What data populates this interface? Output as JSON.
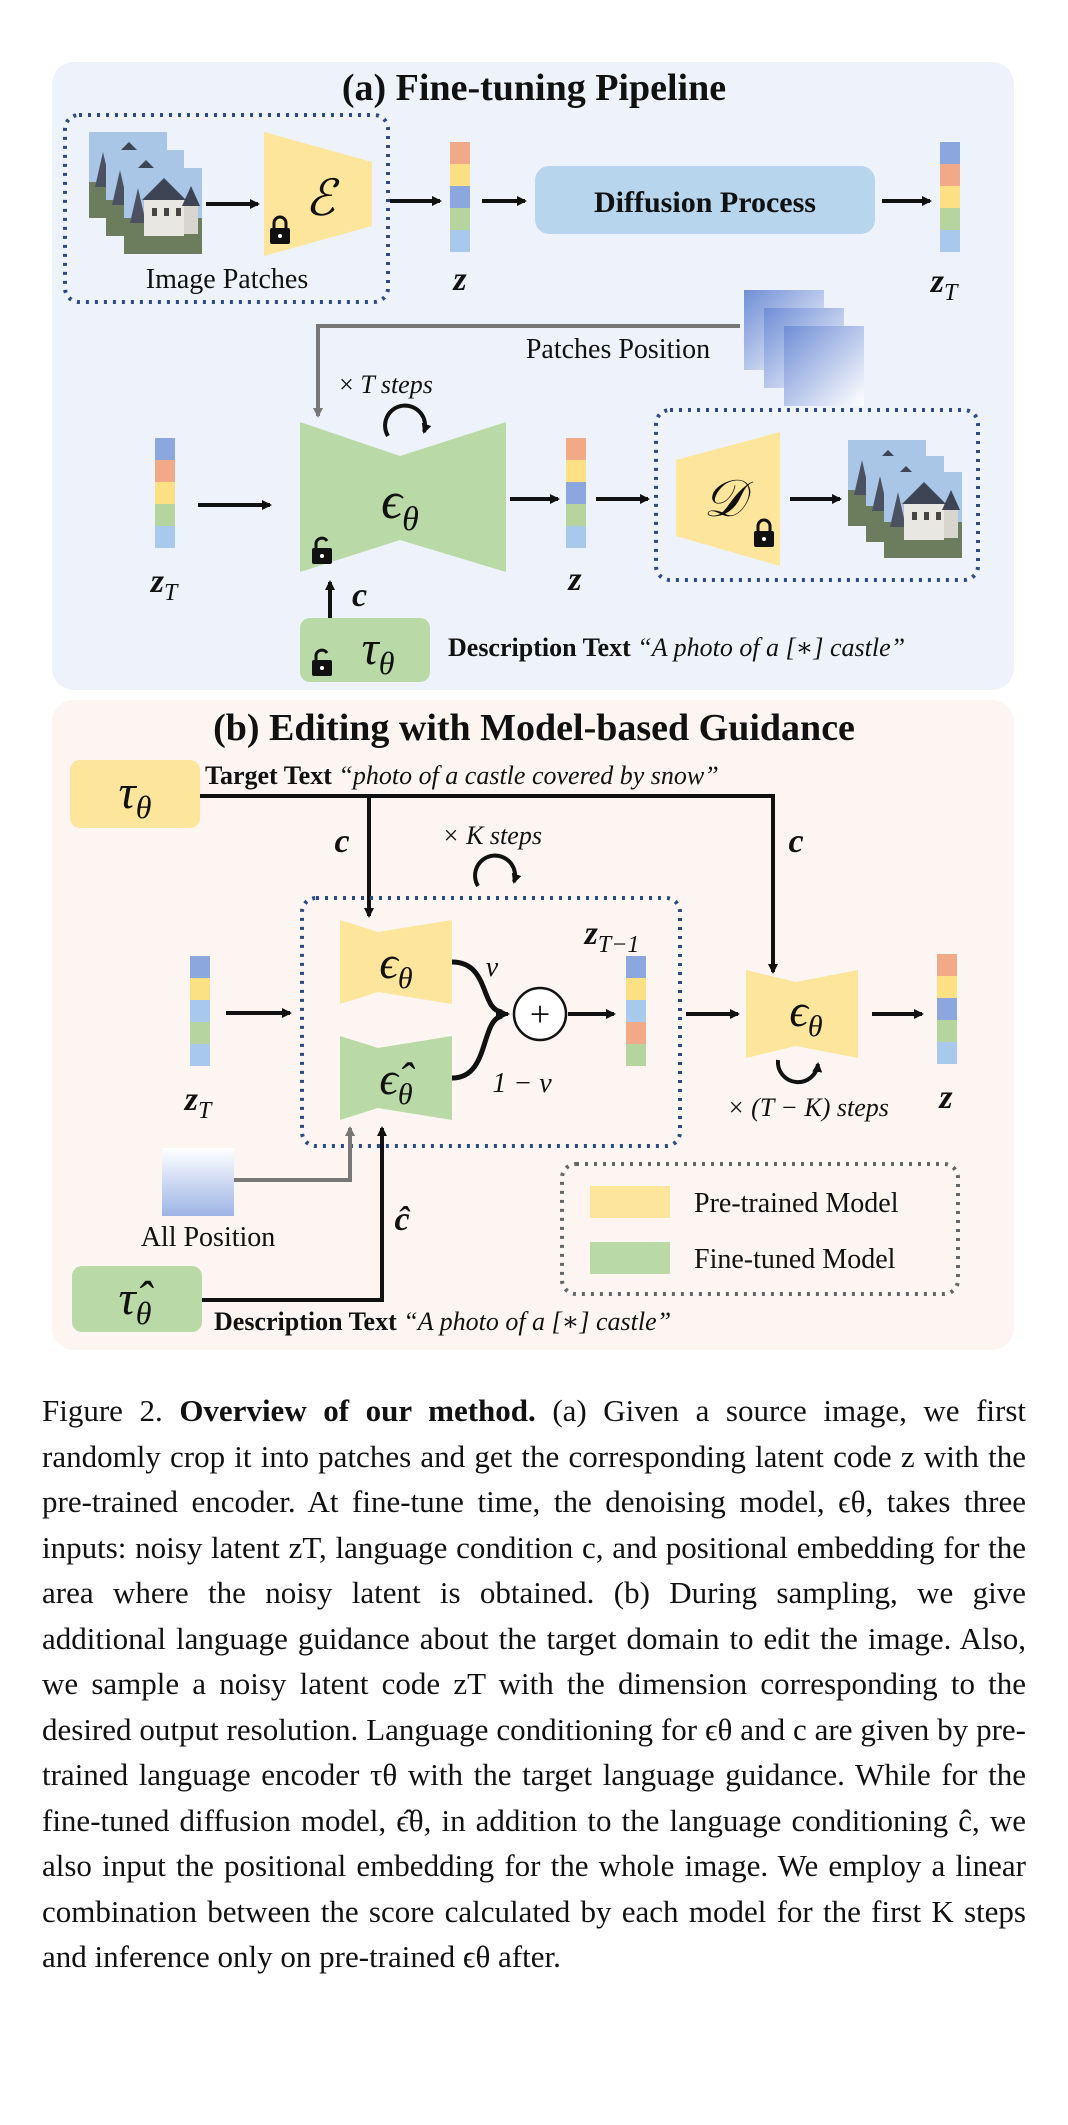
{
  "panel_a": {
    "title": "(a) Fine-tuning Pipeline",
    "image_patches_label": "Image Patches",
    "encoder_symbol": "ℰ",
    "z_label": "z",
    "diffusion_label": "Diffusion Process",
    "zT_label": "z",
    "zT_sub": "T",
    "patches_position_label": "Patches Position",
    "steps_prefix": "× ",
    "steps_var": "T",
    "steps_suffix": " steps",
    "unet_symbol": "ϵ",
    "unet_sub": "θ",
    "decoder_symbol": "𝒟",
    "c_label": "c",
    "tau_symbol": "τ",
    "tau_sub": "θ",
    "desc_label": "Description Text",
    "desc_text": "“A photo of a [∗] castle”"
  },
  "panel_b": {
    "title": "(b) Editing with Model-based Guidance",
    "tau_symbol": "τ",
    "tau_sub": "θ",
    "target_label": "Target Text",
    "target_text": "“photo of a castle covered by snow”",
    "c_label": "c",
    "steps_k": "× K steps",
    "zT1_label": "z",
    "zT1_sub": "T−1",
    "v_label": "v",
    "one_minus_v": "1 − v",
    "plus": "+",
    "tk_steps": "× (T − K) steps",
    "z_label": "z",
    "zT_label": "z",
    "zT_sub": "T",
    "chat_label": "ĉ",
    "all_position_label": "All Position",
    "tauhat_symbol": "τ̂",
    "desc_label": "Description Text",
    "desc_text": "“A photo of a [∗] castle”",
    "legend_pretrained": "Pre-trained Model",
    "legend_finetuned": "Fine-tuned Model"
  },
  "colors": {
    "panel_a_bg": "#eef3fb",
    "panel_b_bg": "#fcf5f1",
    "pretrained": "#fde59b",
    "finetuned": "#b9d9a6",
    "diffusion": "#b7d5ec",
    "dotted_border": "#2b4a86"
  },
  "caption": {
    "fig_label": "Figure 2.",
    "bold": "Overview of our method.",
    "body": "(a) Given a source image, we first randomly crop it into patches and get the corresponding latent code z with the pre-trained encoder. At fine-tune time, the denoising model, ϵθ, takes three inputs: noisy latent zT, language condition c, and positional embedding for the area where the noisy latent is obtained. (b) During sampling, we give additional language guidance about the target domain to edit the image. Also, we sample a noisy latent code zT with the dimension corresponding to the desired output resolution. Language conditioning for ϵθ and c are given by pre-trained language encoder τθ with the target language guidance. While for the fine-tuned diffusion model, ϵ̂θ, in addition to the language conditioning ĉ, we also input the positional embedding for the whole image. We employ a linear combination between the score calculated by each model for the first K steps and inference only on pre-trained ϵθ after."
  }
}
